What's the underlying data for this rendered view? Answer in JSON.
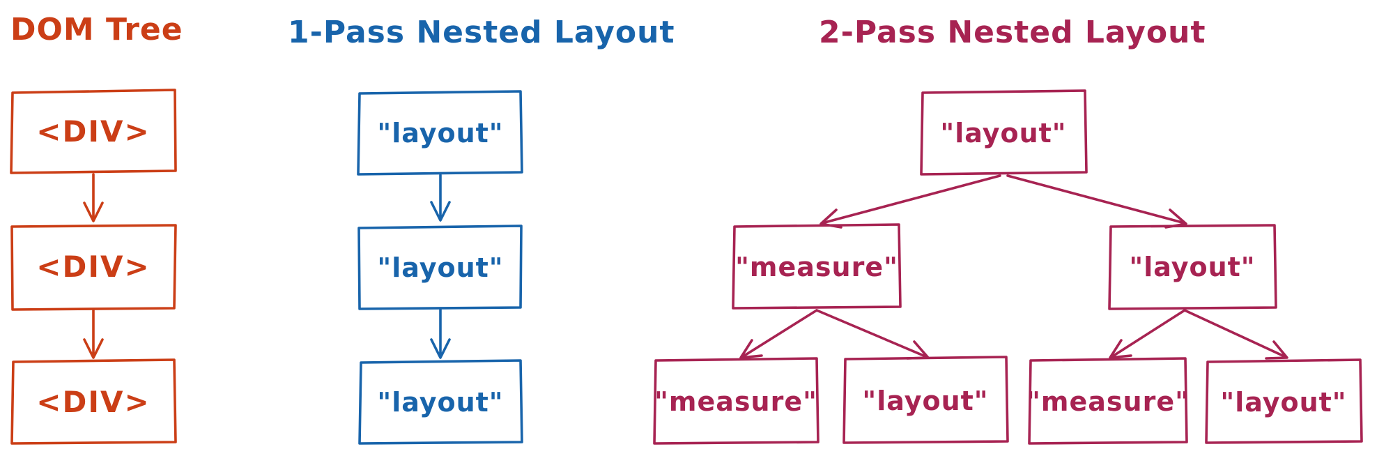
{
  "background_color": "#ffffff",
  "dom_tree": {
    "title": "DOM Tree",
    "color": "#cb3e16",
    "nodes": [
      "<DIV>",
      "<DIV>",
      "<DIV>"
    ]
  },
  "one_pass": {
    "title": "1-Pass Nested Layout",
    "color": "#1864ab",
    "nodes": [
      "\"layout\"",
      "\"layout\"",
      "\"layout\""
    ]
  },
  "two_pass": {
    "title": "2-Pass Nested Layout",
    "color": "#a72352",
    "root": "\"layout\"",
    "level2": [
      "\"measure\"",
      "\"layout\""
    ],
    "level3": [
      "\"measure\"",
      "\"layout\"",
      "\"measure\"",
      "\"layout\""
    ]
  }
}
